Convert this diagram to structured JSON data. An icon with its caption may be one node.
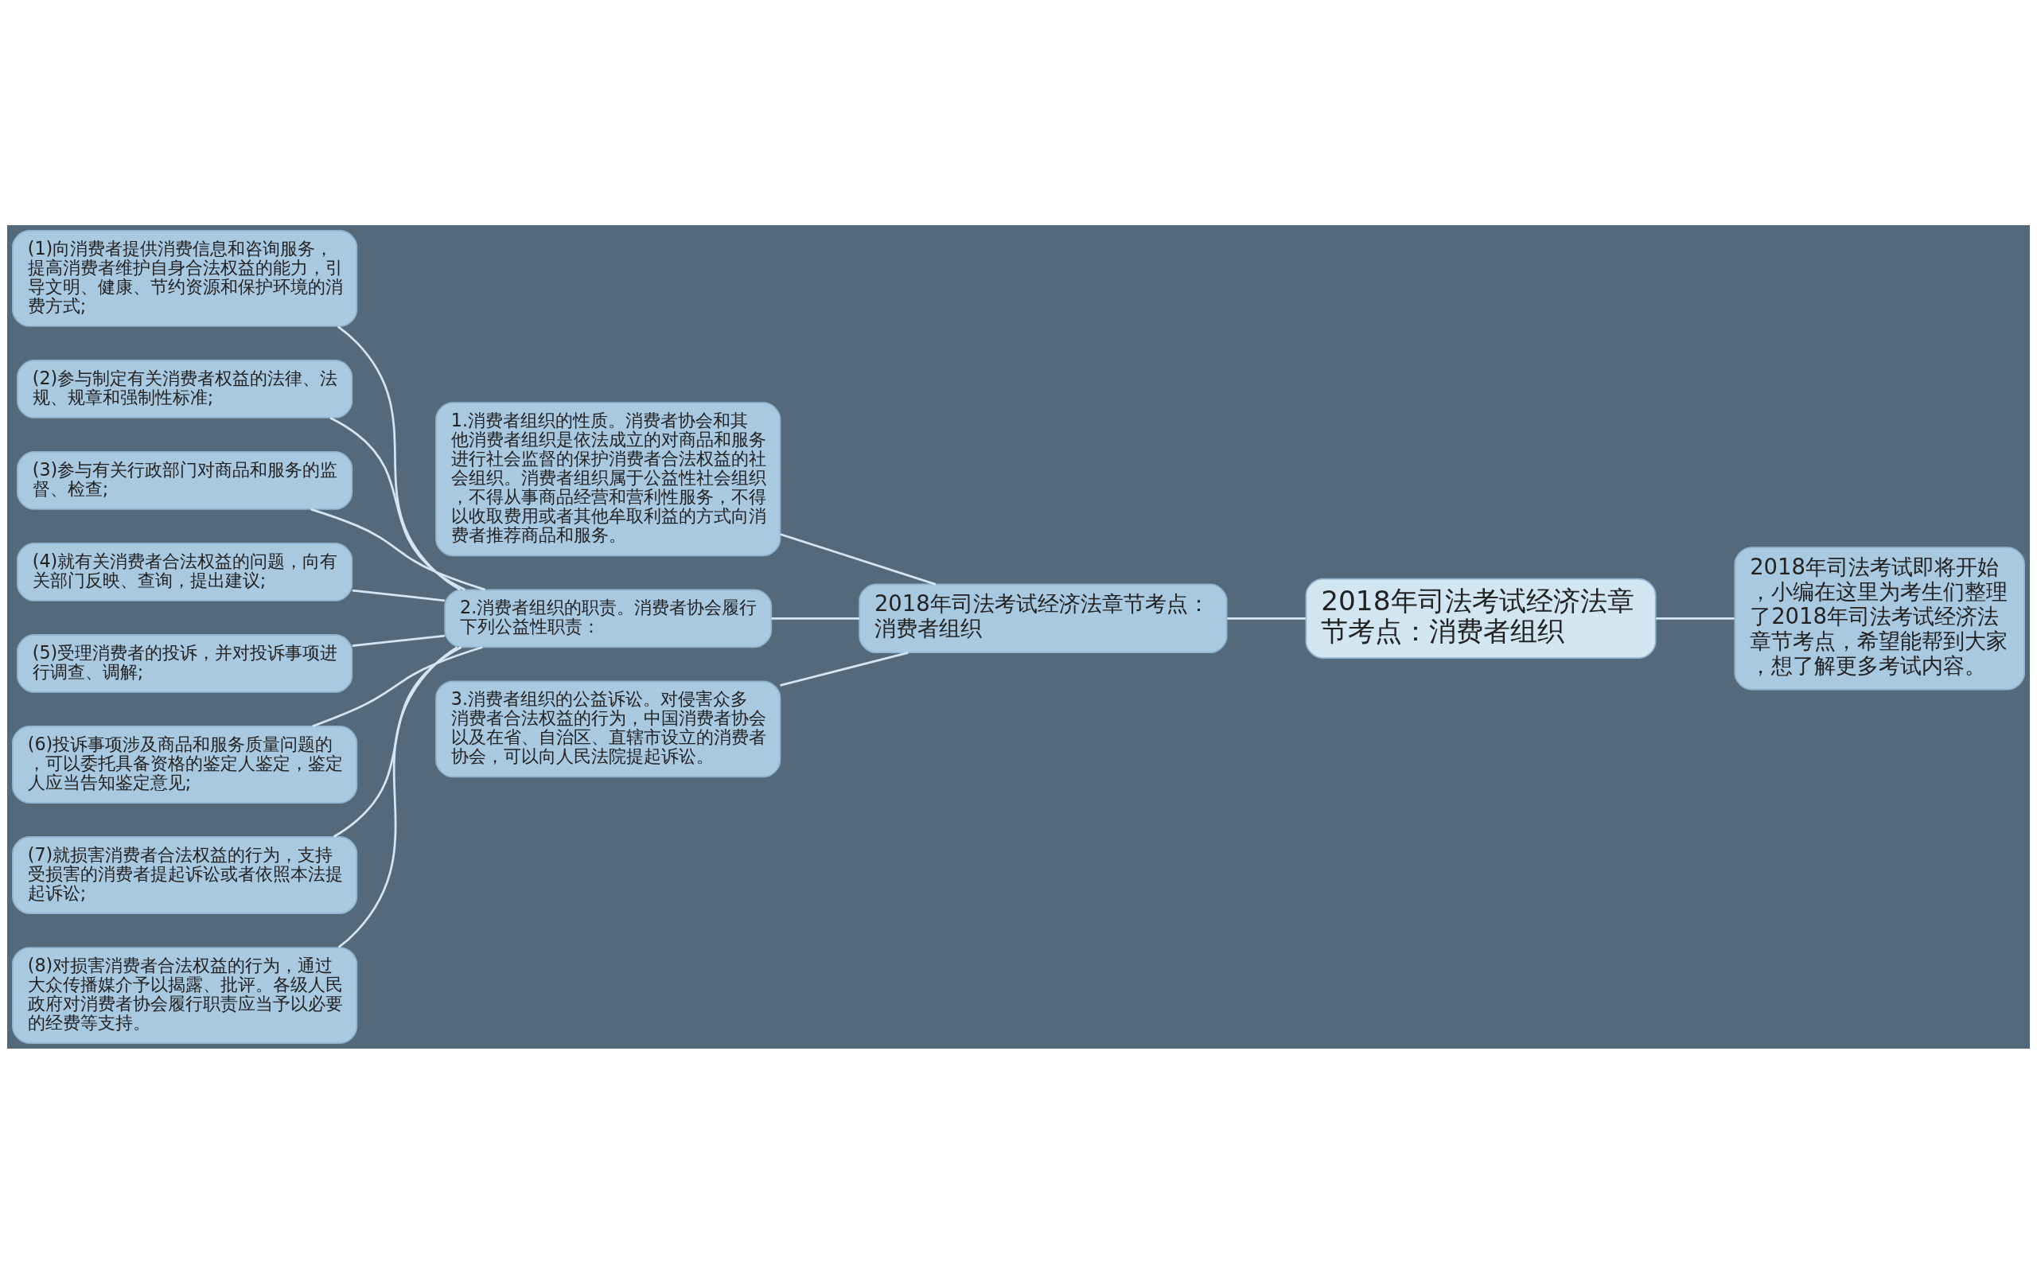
{
  "diagram": {
    "nodes": [
      {
        "text": [
          "2018年司法考试经济法章节考点：消费者组织"
        ]
      },
      {
        "text": [
          "2018年司法考试即将开始，小编在这里为考生们整理了2018年司法考试经济法章节考点，希望能帮到大家，想了解更多考试内容。"
        ]
      },
      {
        "text": [
          "2018年司法考试经济法章节考点：消费者组织"
        ]
      },
      {
        "text": [
          "1.消费者组织的性质。消费者协会和其他消费者组织是依法成立的对商品和服务进行社会监督的保护消费者合法权益的社会组织。消费者组织属于公益性社会组织，不得从事商品经营和营利性服务，不得以收取费用或者其他牟取利益的方式向消费者推荐商品和服务。"
        ]
      },
      {
        "text": [
          "2.消费者组织的职责。消费者协会履行下列公益性职责："
        ]
      },
      {
        "text": [
          "3.消费者组织的公益诉讼。对侵害众多消费者合法权益的行为，中国消费者协会以及在省、自治区、直辖市设立的消费者协会，可以向人民法院提起诉讼。"
        ]
      },
      {
        "text": [
          "(1)向消费者提供消费信息和咨询服务，提高消费者维护自身合法权益的能力，引导文明、健康、节约资源和保护环境的消费方式;"
        ]
      },
      {
        "text": [
          "(2)参与制定有关消费者权益的法律、法规、规章和强制性标准;"
        ]
      },
      {
        "text": [
          "(3)参与有关行政部门对商品和服务的监督、检查;"
        ]
      },
      {
        "text": [
          "(4)就有关消费者合法权益的问题，向有关部门反映、查询，提出建议;"
        ]
      },
      {
        "text": [
          "(5)受理消费者的投诉，并对投诉事项进行调查、调解;"
        ]
      },
      {
        "text": [
          "(6)投诉事项涉及商品和服务质量问题的，可以委托具备资格的鉴定人鉴定，鉴定人应当告知鉴定意见;"
        ]
      },
      {
        "text": [
          "(7)就损害消费者合法权益的行为，支持受损害的消费者提起诉讼或者依照本法提起诉讼;"
        ]
      },
      {
        "text": [
          "(8)对损害消费者合法权益的行为，通过大众传播媒介予以揭露、批评。各级人民政府对消费者协会履行职责应当予以必要的经费等支持。"
        ]
      }
    ],
    "edges": [
      {
        "from": 0,
        "to": 1,
        "arrow": "none"
      },
      {
        "from": 0,
        "to": 2,
        "arrow": "none"
      },
      {
        "from": 2,
        "to": 3,
        "arrow": "none"
      },
      {
        "from": 2,
        "to": 4,
        "arrow": "none"
      },
      {
        "from": 2,
        "to": 5,
        "arrow": "none"
      },
      {
        "from": 4,
        "to": 6,
        "arrow": "none"
      },
      {
        "from": 4,
        "to": 7,
        "arrow": "none"
      },
      {
        "from": 4,
        "to": 8,
        "arrow": "none"
      },
      {
        "from": 4,
        "to": 9,
        "arrow": "none"
      },
      {
        "from": 4,
        "to": 10,
        "arrow": "none"
      },
      {
        "from": 4,
        "to": 11,
        "arrow": "none"
      },
      {
        "from": 4,
        "to": 12,
        "arrow": "none"
      },
      {
        "from": 4,
        "to": 13,
        "arrow": "none"
      }
    ]
  }
}
